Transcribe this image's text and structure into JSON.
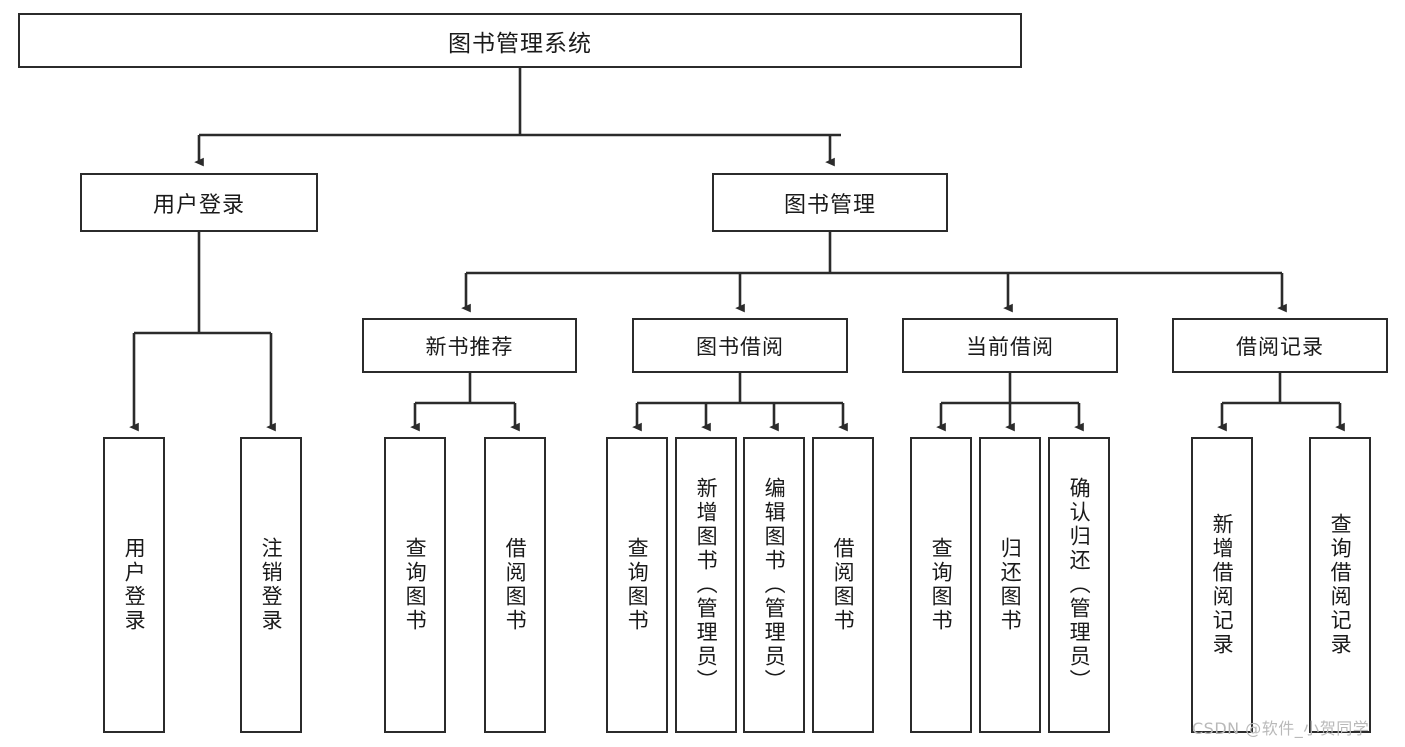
{
  "diagram": {
    "title": "图书管理系统",
    "stroke_color": "#2b2b2b",
    "fill_color": "#ffffff",
    "text_color": "#1a1a1a",
    "root": {
      "label": "图书管理系统"
    },
    "level1": [
      {
        "label": "用户登录"
      },
      {
        "label": "图书管理"
      }
    ],
    "level2": [
      {
        "label": "新书推荐"
      },
      {
        "label": "图书借阅"
      },
      {
        "label": "当前借阅"
      },
      {
        "label": "借阅记录"
      }
    ],
    "leaves": {
      "user_login": [
        {
          "label": "用户登录"
        },
        {
          "label": "注销登录"
        }
      ],
      "new_book_recommend": [
        {
          "label": "查询图书"
        },
        {
          "label": "借阅图书"
        }
      ],
      "book_borrow": [
        {
          "label": "查询图书"
        },
        {
          "label": "新增图书（管理员）"
        },
        {
          "label": "编辑图书（管理员）"
        },
        {
          "label": "借阅图书"
        }
      ],
      "current_borrow": [
        {
          "label": "查询图书"
        },
        {
          "label": "归还图书"
        },
        {
          "label": "确认归还（管理员）"
        }
      ],
      "borrow_record": [
        {
          "label": "新增借阅记录"
        },
        {
          "label": "查询借阅记录"
        }
      ]
    }
  },
  "watermark": {
    "text": "CSDN @软件_小贺同学"
  }
}
